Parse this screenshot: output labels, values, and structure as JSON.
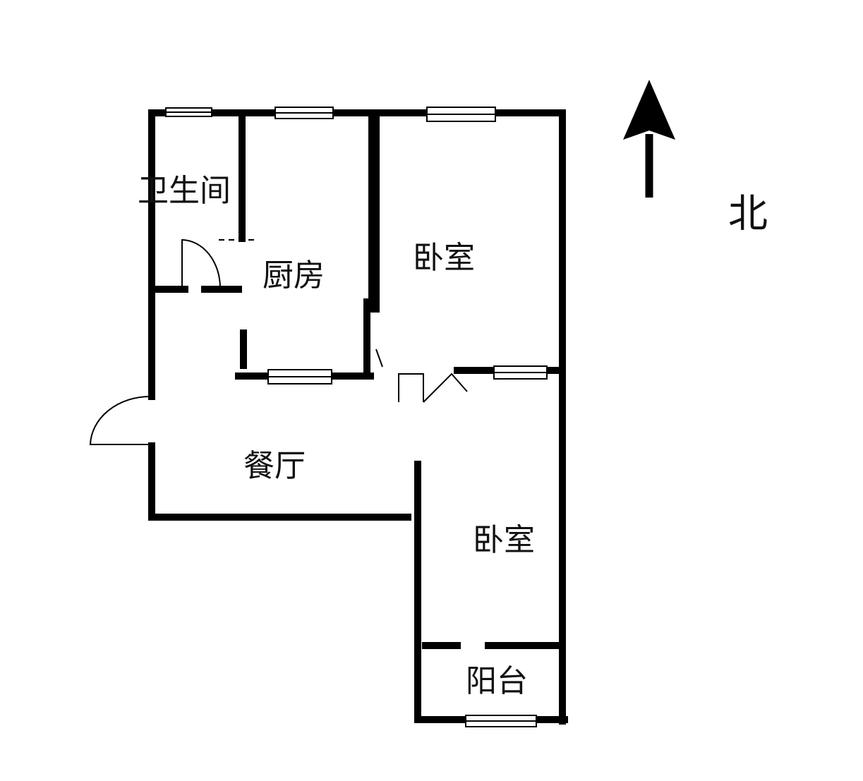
{
  "rooms": {
    "bathroom": "卫生间",
    "kitchen": "厨房",
    "bedroom_north": "卧室",
    "dining": "餐厅",
    "bedroom_south": "卧室",
    "balcony": "阳台"
  },
  "compass": {
    "label": "北",
    "icon": "north-arrow-icon"
  }
}
